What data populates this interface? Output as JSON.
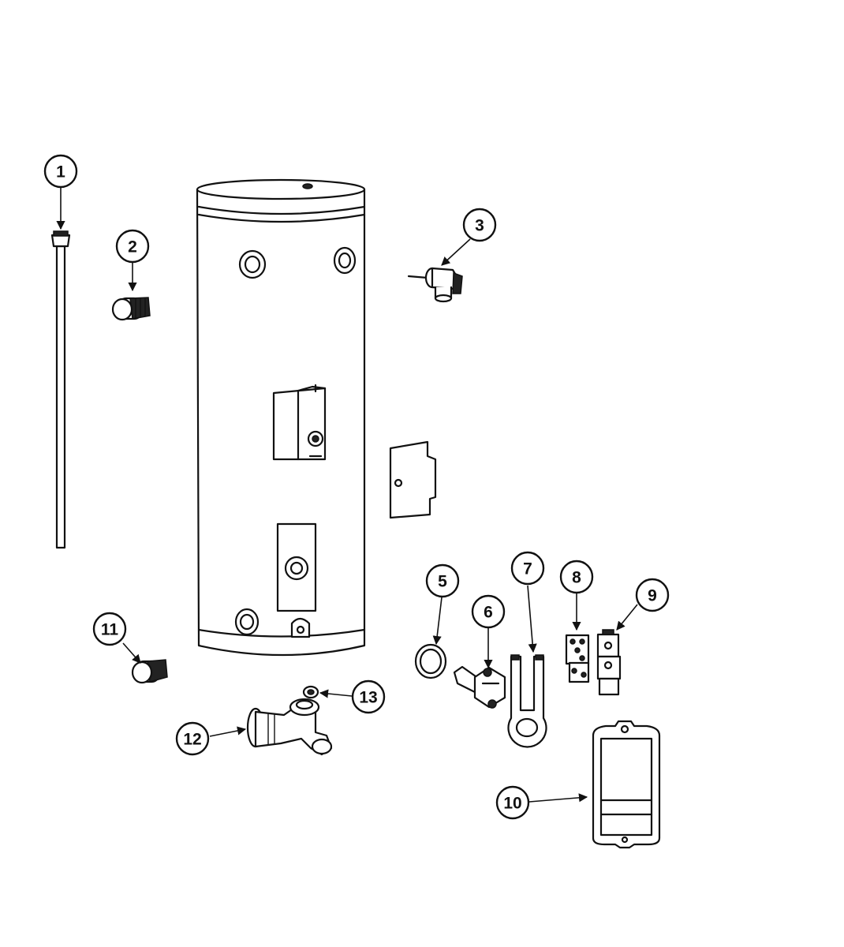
{
  "callouts": [
    {
      "id": "1",
      "label": "1",
      "part": "part-1-anode-rod"
    },
    {
      "id": "2",
      "label": "2",
      "part": "part-2-nipple"
    },
    {
      "id": "3",
      "label": "3",
      "part": "part-3-relief-valve"
    },
    {
      "id": "5",
      "label": "5",
      "part": "part-5-gasket"
    },
    {
      "id": "6",
      "label": "6",
      "part": "part-6-element"
    },
    {
      "id": "7",
      "label": "7",
      "part": "part-7-element-clamp"
    },
    {
      "id": "8",
      "label": "8",
      "part": "part-8-thermostat"
    },
    {
      "id": "9",
      "label": "9",
      "part": "part-9-cutoff"
    },
    {
      "id": "10",
      "label": "10",
      "part": "part-10-access-cover"
    },
    {
      "id": "11",
      "label": "11",
      "part": "part-11-nipple"
    },
    {
      "id": "12",
      "label": "12",
      "part": "part-12-drain-valve"
    },
    {
      "id": "13",
      "label": "13",
      "part": "part-13-washer"
    }
  ],
  "colors": {
    "line": "#111111",
    "fill": "#ffffff",
    "shade": "#222222"
  }
}
